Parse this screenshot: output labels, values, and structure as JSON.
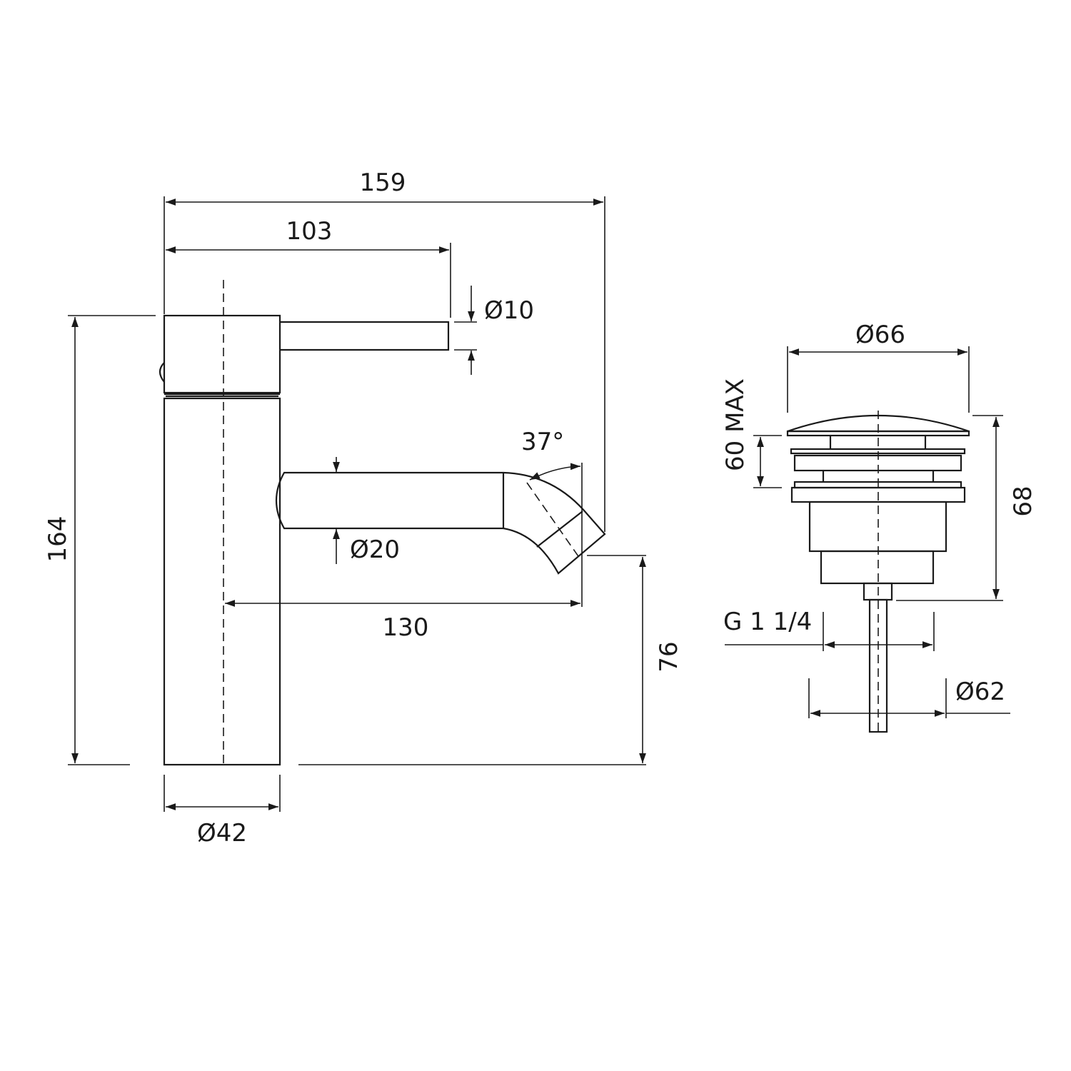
{
  "faucet": {
    "dimensions": {
      "overall_length": "159",
      "lever_reach": "103",
      "lever_diameter": "Ø10",
      "spout_angle": "37°",
      "spout_diameter": "Ø20",
      "spout_reach": "130",
      "overall_height": "164",
      "spout_height": "76",
      "body_diameter": "Ø42"
    }
  },
  "waste": {
    "dimensions": {
      "cap_diameter": "Ø66",
      "max_opening": "60 MAX",
      "overall_height": "68",
      "thread": "G 1 1/4",
      "base_diameter": "Ø62"
    }
  },
  "colors": {
    "line": "#1a1a1a",
    "background": "#ffffff"
  }
}
